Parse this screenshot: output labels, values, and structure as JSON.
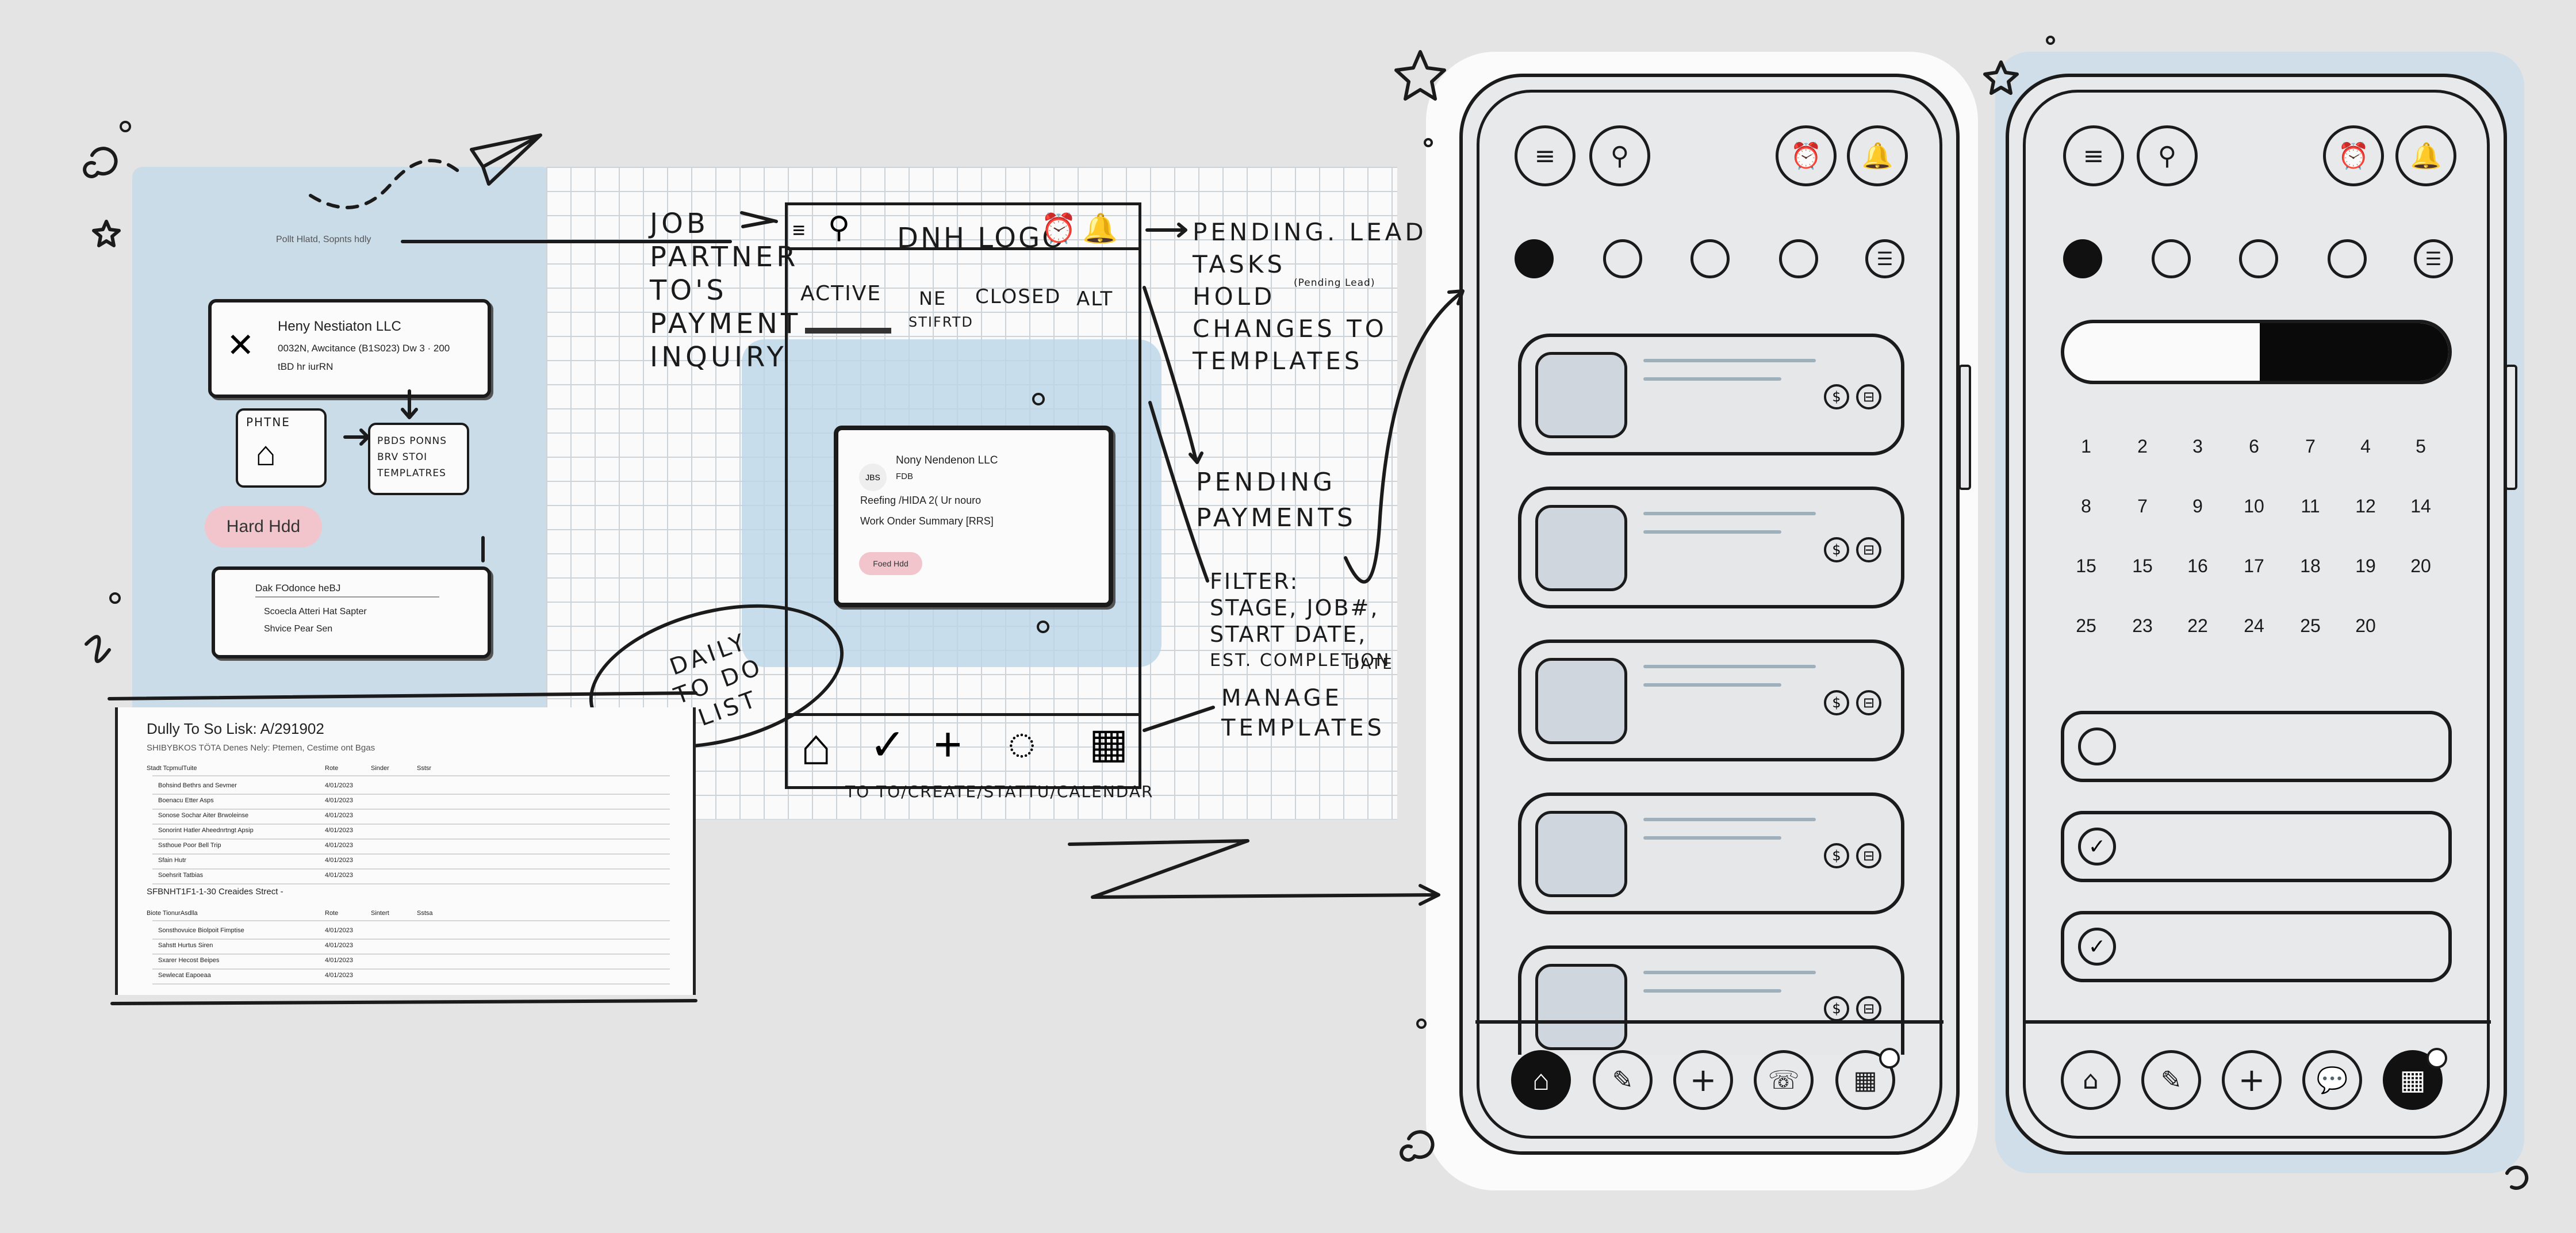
{
  "left_sketch": {
    "header_note": "Pollt Hlatd, Sopnts hdly",
    "company_card": {
      "name": "Heny Nestiaton LLC",
      "line1": "0032N, Awcitance (B1S023) Dw 3 · 200",
      "line2": "tBD hr iurRN"
    },
    "photo_box": "PHTNE",
    "templates_box": "PBDS PONNS BRV STOI TEMPLATRES",
    "hold_button": "Hard Hdd",
    "list_box": {
      "title": "Dak FOdonce heBJ",
      "line1": "Scoecla Atteri Hat Sapter",
      "line2": "Shvice Pear Sen"
    }
  },
  "wireframe": {
    "logo": "DNH LOGO",
    "tabs": [
      "ACTIVE",
      "NE",
      "CLOSED",
      "ALT"
    ],
    "sub_tab": "STIFRTD",
    "card": {
      "badge": "JBS",
      "name": "Nony Nendenon LLC",
      "sub": "FDB",
      "line1": "Reefing /HIDA 2( Ur nouro",
      "line2": "Work Onder Summary [RRS]",
      "button": "Foed Hdd"
    },
    "bottom_labels": "TO TO/CREATE/STATTU/CALENDAR",
    "bottom_icons": [
      "home-icon",
      "check-icon",
      "plus-icon",
      "ring-icon",
      "grid-icon"
    ]
  },
  "annotations": {
    "left": [
      "JOB",
      "PARTNER",
      "TO'S",
      "PAYMENT",
      "INQUIRY"
    ],
    "right_top": [
      "PENDING. LEAD",
      "TASKS",
      "HOLD",
      "CHANGES TO",
      "TEMPLATES"
    ],
    "hold_note": "(Pending Lead)",
    "pending_payments": [
      "PENDING",
      "PAYMENTS"
    ],
    "filter": [
      "FILTER:",
      "STAGE, JOB#,",
      "START DATE,",
      "EST. COMPLETION",
      "DATE"
    ],
    "manage": [
      "MANAGE",
      "TEMPLATES"
    ],
    "daily": "DAILY TO DO LIST"
  },
  "document": {
    "title": "Dully To So Lisk: A/291902",
    "subtitle": "SHIBYBKOS TÖTA Denes Nely: Ptemen, Cestime ont Bgas",
    "columns": [
      "Stadt TcpmulTuite",
      "Rote",
      "Sinder",
      "Sstsr"
    ],
    "rows": [
      {
        "task": "Bohsind Bethrs and Sevmer",
        "date": "4/01/2023"
      },
      {
        "task": "Boenacu Etter Asps",
        "date": "4/01/2023"
      },
      {
        "task": "Sonose Sochar Aiter Brwoleinse",
        "date": "4/01/2023"
      },
      {
        "task": "Sonorint Hatler Aheednrtngt Apsip",
        "date": "4/01/2023"
      },
      {
        "task": "Ssthoue Poor Bell Trip",
        "date": "4/01/2023"
      },
      {
        "task": "Sfain Hutr",
        "date": "4/01/2023"
      },
      {
        "task": "Soehsrit Tatbias",
        "date": "4/01/2023"
      }
    ],
    "section2": "SFBNHT1F1-1-30 Creaides Strect -",
    "columns2": [
      "Biote TionurAsdlla",
      "Rote",
      "Sintert",
      "Sstsa"
    ],
    "rows2": [
      {
        "task": "Sonsthovuice Biolpoit Fimptise",
        "date": "4/01/2023"
      },
      {
        "task": "Sahstt Hurtus Siren",
        "date": "4/01/2023"
      },
      {
        "task": "Sxarer Hecost Beipes",
        "date": "4/01/2023"
      },
      {
        "task": "Sewlecat Eapoeaa",
        "date": "4/01/2023"
      }
    ]
  },
  "phone1": {
    "top_icons": [
      "menu-icon",
      "search-icon",
      "alarm-icon",
      "bell-icon"
    ],
    "filter_dots": 4,
    "cards": 5,
    "card_icons": [
      "$",
      "⊟"
    ],
    "nav": [
      "home-icon",
      "edit-icon",
      "plus-icon",
      "phone-icon",
      "calendar-icon"
    ],
    "active_nav": "home-icon"
  },
  "phone2": {
    "top_icons": [
      "menu-icon",
      "search-icon",
      "alarm-icon",
      "bell-icon"
    ],
    "toggle_state": "right-active",
    "calendar": [
      [
        "1",
        "2",
        "3",
        "6",
        "7",
        "4",
        "5"
      ],
      [
        "8",
        "7",
        "9",
        "10",
        "11",
        "12",
        "14"
      ],
      [
        "15",
        "15",
        "16",
        "17",
        "18",
        "19",
        "20"
      ],
      [
        "25",
        "23",
        "22",
        "24",
        "25",
        "20"
      ]
    ],
    "tasks": [
      {
        "done": false
      },
      {
        "done": true
      },
      {
        "done": true
      }
    ],
    "nav": [
      "home-icon",
      "edit-icon",
      "plus-icon",
      "chat-icon",
      "calendar-icon"
    ],
    "active_nav": "calendar-icon"
  },
  "colors": {
    "ink": "#1b1b1b",
    "wash": "#c6dbe9",
    "pill": "#f2c4cb",
    "paper": "#fafafa"
  }
}
